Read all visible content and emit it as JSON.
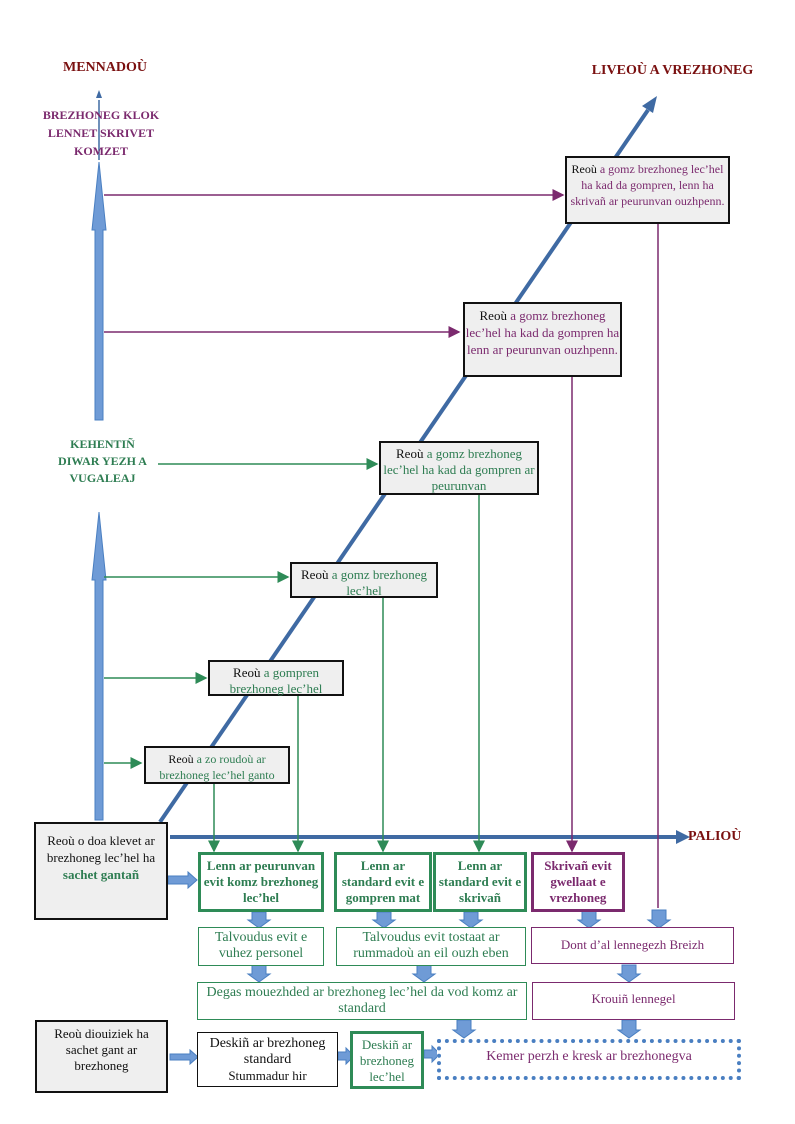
{
  "axes": {
    "y_axis_label": "MENNADOÙ",
    "diagonal_label": "LIVEOÙ A VREZHONEG",
    "x_axis_label": "PALIOÙ",
    "upper_goal": "BREZHONEG KLOK LENNET SKRIVET KOMZET",
    "middle_goal": "KEHENTIÑ DIWAR YEZH A VUGALEAJ"
  },
  "levels": [
    {
      "lead": "Reoù",
      "text": " a zo  roudoù ar brezhoneg lec’hel ganto"
    },
    {
      "lead": "Reoù",
      "text": " a gompren brezhoneg lec’hel"
    },
    {
      "lead": "Reoù",
      "text": " a gomz brezhoneg lec’hel"
    },
    {
      "lead": "Reoù",
      "text": " a gomz brezhoneg lec’hel ha kad da gompren ar peurunvan"
    },
    {
      "lead": "Reoù",
      "text": " a gomz brezhoneg lec’hel ha kad da gompren ha lenn ar peurunvan  ouzhpenn."
    },
    {
      "lead": "Reoù",
      "text": " a gomz brezhoneg lec’hel ha kad da gompren, lenn ha skrivañ ar peurunvan ouzhpenn."
    }
  ],
  "start_box": {
    "text": "Reoù o doa klevet ar brezhoneg lec’hel ha",
    "bold": "sachet gantañ"
  },
  "steps": {
    "read_peurunvan": "Lenn ar peurunvan evit komz brezhoneg lec’hel",
    "read_standard_understand": "Lenn ar standard evit e gompren mat",
    "read_standard_write": "Lenn ar standard evit e skrivañ",
    "write_improve": "Skrivañ evit gwellaat e vrezhoneg"
  },
  "outcomes": {
    "personal_life": "Talvoudus evit e vuhez personel",
    "bring_groups": "Talvoudus evit tostaat ar rummadoù an eil ouzh eben",
    "literature": "Dont d’al lennegezh Breizh",
    "respect": "Degas mouezhded ar brezhoneg lec’hel da vod komz ar standard",
    "create_lit": "Krouiñ lennegel",
    "share": "Kemer perzh e kresk ar brezhonegva"
  },
  "new_learners": {
    "text": "Reoù diouiziek ha sachet gant ar brezhoneg"
  },
  "learn": {
    "standard_title": "Deskiñ ar brezhoneg standard",
    "standard_sub": "Stummadur hir",
    "local": "Deskiñ ar brezhoneg lec’hel"
  },
  "colors": {
    "axis_blue": "#3f6aa3",
    "arrow_blue": "#6f9bd6",
    "green": "#2e8b57",
    "purple": "#7b2a6e",
    "dark_red": "#7a1010"
  }
}
